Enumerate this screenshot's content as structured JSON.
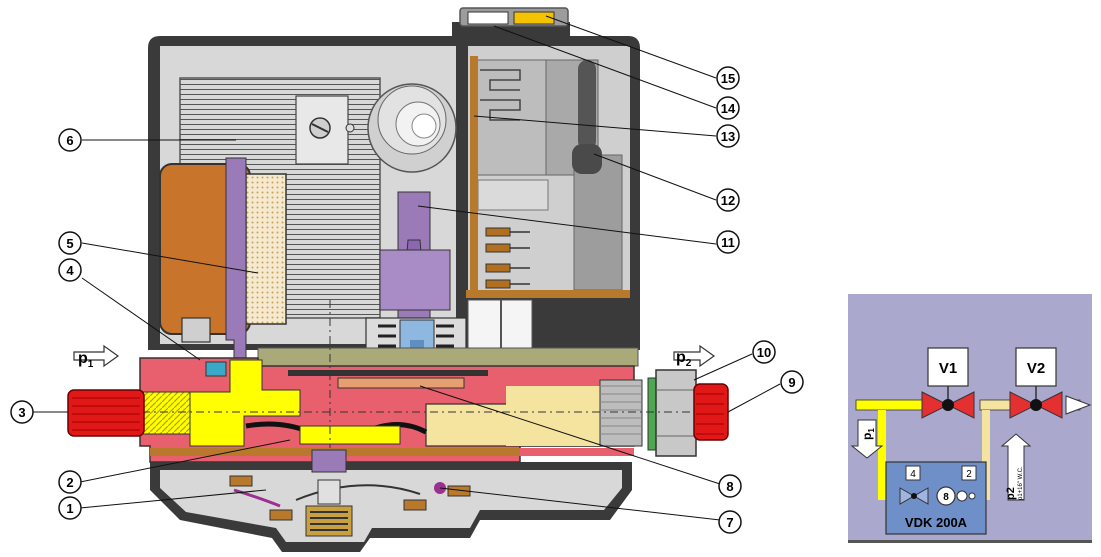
{
  "callouts": [
    "1",
    "2",
    "3",
    "4",
    "5",
    "6",
    "7",
    "8",
    "9",
    "10",
    "11",
    "12",
    "13",
    "14",
    "15"
  ],
  "pressure_labels": {
    "inlet": {
      "base": "p",
      "sub": "1"
    },
    "outlet": {
      "base": "p",
      "sub": "2"
    }
  },
  "schematic": {
    "valve1_label": "V1",
    "valve2_label": "V2",
    "p1_label": {
      "base": "p",
      "sub": "1"
    },
    "p2_label": {
      "base": "p2",
      "small": "p1+16\" W.C."
    },
    "box_label": "VDK 200A",
    "port4": "4",
    "port2": "2",
    "pump8": "8"
  },
  "colors": {
    "housing_dark": "#3a3a3a",
    "housing_light": "#d4d4d4",
    "inlet_red": "#e8606e",
    "gas_yellow": "#ffff00",
    "outlet_tan": "#f4e4a0",
    "coil_orange": "#c8742a",
    "purple": "#9b7ab8",
    "schematic_bg": "#aaa8cc",
    "vdk_box": "#6f8fc8",
    "valve_red": "#e43030"
  }
}
